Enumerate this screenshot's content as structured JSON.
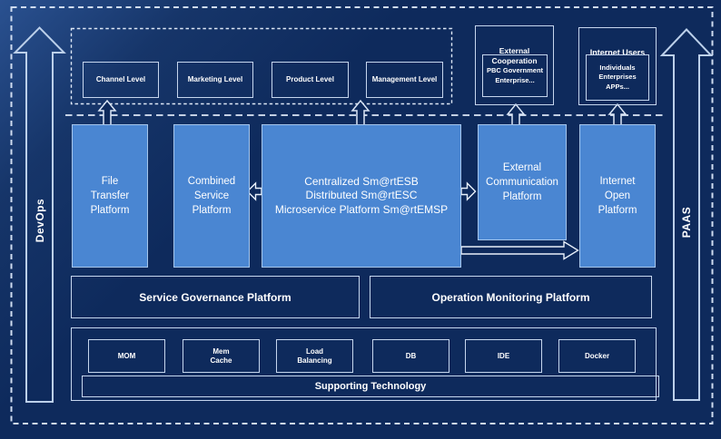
{
  "diagram": {
    "rails": {
      "left_label": "DevOps",
      "right_label": "PAAS"
    },
    "levels": [
      "Channel Level",
      "Marketing Level",
      "Product Level",
      "Management Level"
    ],
    "external_cooperation": {
      "title": "External\nCooperation",
      "members": "PBC Government\nEnterprise..."
    },
    "internet_users": {
      "title": "Internet Users",
      "members": "Individuals\nEnterprises\nAPPs..."
    },
    "platforms": {
      "file_transfer": "File\nTransfer\nPlatform",
      "combined_service": "Combined\nService\nPlatform",
      "esb_core": "Centralized Sm@rtESB\nDistributed Sm@rtESC\nMicroservice Platform Sm@rtEMSP",
      "external_communication": "External\nCommunication\nPlatform",
      "internet_open": "Internet\nOpen\nPlatform"
    },
    "governance": {
      "service": "Service Governance Platform",
      "operation": "Operation Monitoring Platform"
    },
    "technologies": [
      "MOM",
      "Mem\nCache",
      "Load\nBalancing",
      "DB",
      "IDE",
      "Docker"
    ],
    "supporting_label": "Supporting Technology",
    "colors": {
      "background": "#0e2a5c",
      "platform_blue": "#4a86d2",
      "border_light": "#c6d6ee",
      "text": "#ffffff"
    }
  }
}
